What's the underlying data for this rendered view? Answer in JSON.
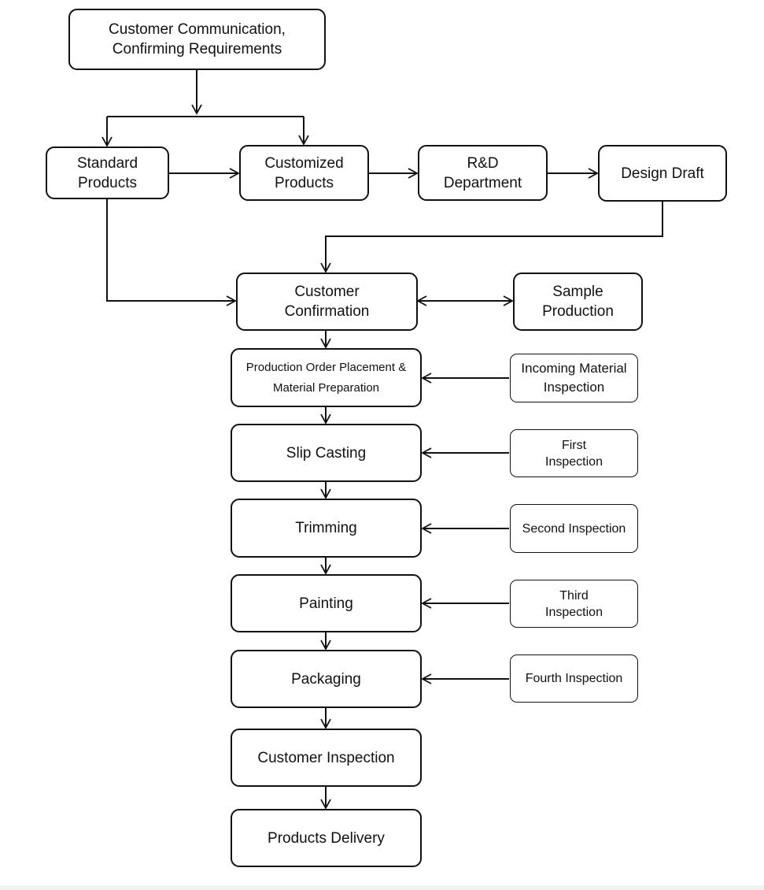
{
  "nodes": {
    "customer_communication": "Customer Communication,\nConfirming Requirements",
    "standard_products": "Standard\nProducts",
    "customized_products": "Customized\nProducts",
    "rd_department": "R&D\nDepartment",
    "design_draft": "Design Draft",
    "customer_confirmation": "Customer\nConfirmation",
    "sample_production": "Sample\nProduction",
    "production_order": "Production Order Placement &\nMaterial Preparation",
    "incoming_material_inspection": "Incoming Material\nInspection",
    "slip_casting": "Slip Casting",
    "first_inspection": "First\nInspection",
    "trimming": "Trimming",
    "second_inspection": "Second Inspection",
    "painting": "Painting",
    "third_inspection": "Third\nInspection",
    "packaging": "Packaging",
    "fourth_inspection": "Fourth Inspection",
    "customer_inspection": "Customer Inspection",
    "products_delivery": "Products Delivery"
  }
}
